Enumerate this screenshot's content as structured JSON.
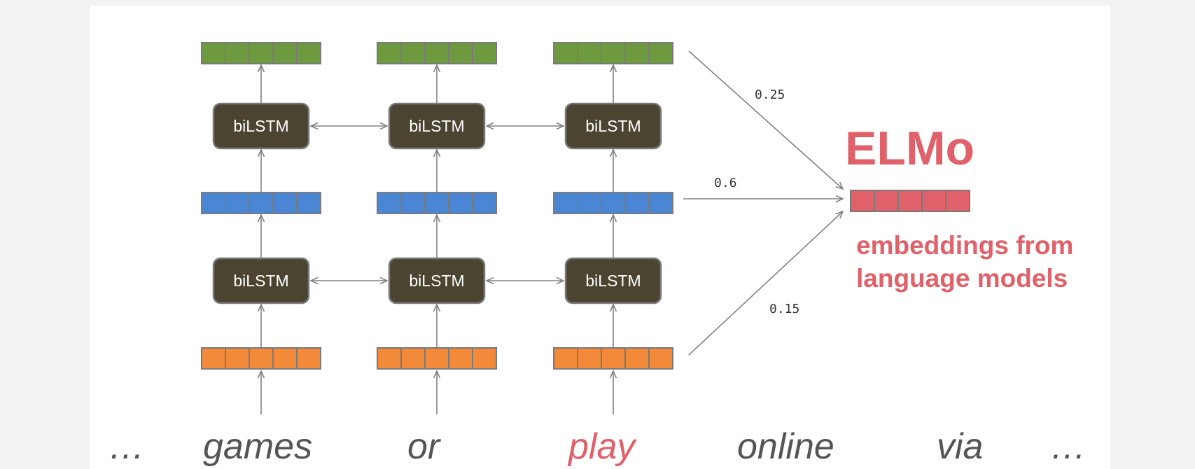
{
  "words": [
    {
      "text": "…",
      "highlight": false
    },
    {
      "text": "games",
      "highlight": false
    },
    {
      "text": "or",
      "highlight": false
    },
    {
      "text": "play",
      "highlight": true
    },
    {
      "text": "online",
      "highlight": false
    },
    {
      "text": "via",
      "highlight": false
    },
    {
      "text": "…",
      "highlight": false
    }
  ],
  "lstm_label": "biLSTM",
  "weights": {
    "top": "0.25",
    "middle": "0.6",
    "bottom": "0.15"
  },
  "elmo": {
    "title": "ELMo",
    "subtitle_line1": "embeddings from",
    "subtitle_line2": "language models"
  },
  "colors": {
    "input_embedding": "#f28a3a",
    "hidden_layer_1": "#4a86d4",
    "hidden_layer_2": "#6e9a3f",
    "elmo_embedding": "#e06169",
    "lstm_fill": "#4a4430",
    "accent": "#e06169",
    "word_text": "#555555",
    "arrow": "#808080"
  },
  "icons": {
    "arrow_head": "arrow-head-icon"
  }
}
